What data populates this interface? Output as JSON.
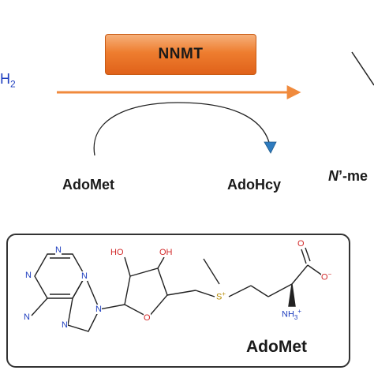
{
  "enzyme": {
    "name": "NNMT"
  },
  "reaction": {
    "substrate_fragment": "H2",
    "substrate_fragment_main": "H",
    "substrate_fragment_sub": "2",
    "cofactor_in": "AdoMet",
    "cofactor_out": "AdoHcy",
    "product_fragment_italic": "N",
    "product_fragment_rest": "’-me"
  },
  "structure_inset": {
    "title": "AdoMet",
    "atoms": {
      "n_top": "N",
      "n_left": "N",
      "n_imid_top": "N",
      "n_imid_bottom": "N",
      "n_glyco": "N",
      "amine_fragment": "N",
      "oh_left": "HO",
      "oh_right": "OH",
      "ring_o": "O",
      "carbonyl_o": "O",
      "carboxylate_o": "O",
      "carboxylate_charge": "−",
      "sulfonium": "S",
      "sulfonium_charge": "+",
      "ammonium": "NH",
      "ammonium_sub": "3",
      "ammonium_charge": "+"
    }
  },
  "colors": {
    "enzyme_fill": "#ee7d2f",
    "arrow": "#f08a3c",
    "nitrogen_blue": "#1f3fbf",
    "oxygen_red": "#d22a2a",
    "sulfur": "#b58a00",
    "curved_arrow_head": "#2e7bbf"
  }
}
